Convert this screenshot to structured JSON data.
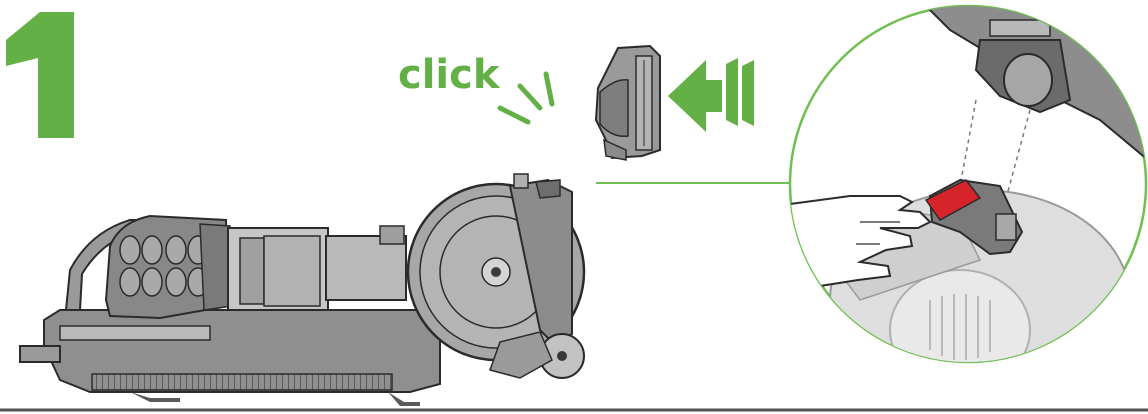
{
  "diagram": {
    "step_number": "1",
    "sound_word": "click",
    "colors": {
      "accent_green": "#63b046",
      "callout_line": "#6fbf52",
      "highlight_red": "#d6242a",
      "machine_body": "#9a9a9a",
      "machine_dark": "#6b6b6b",
      "machine_light": "#c9c9c9",
      "outline": "#2b2b2b",
      "floor": "#555555"
    },
    "icons": [
      "step-number",
      "click-sound-lines",
      "insert-arrow",
      "detachable-part",
      "upright-vacuum",
      "zoom-callout-circle",
      "hand-icon",
      "release-catch"
    ]
  }
}
